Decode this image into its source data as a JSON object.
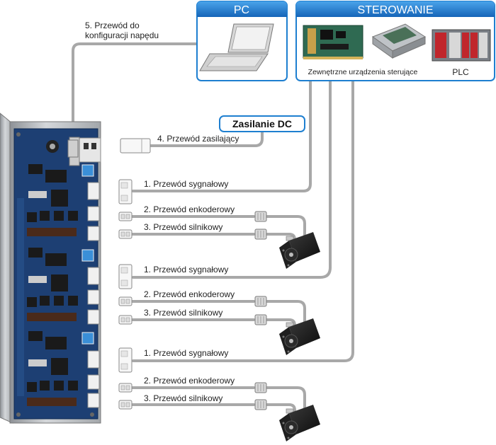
{
  "pc": {
    "title": "PC"
  },
  "control": {
    "title": "STEROWANIE",
    "external_label": "Zewnętrzne urządzenia sterujące",
    "plc_label": "PLC"
  },
  "power": {
    "title": "Zasilanie DC"
  },
  "cables": {
    "config": {
      "line1": "5. Przewód do",
      "line2": "konfiguracji napędu"
    },
    "power": "4. Przewód zasilający",
    "signal": "1. Przewód sygnałowy",
    "encoder": "2. Przewód enkoderowy",
    "motor": "3. Przewód silnikowy"
  },
  "colors": {
    "header_blue": "#1e7fd0",
    "cable_gray": "#a8a8a8",
    "pcb_blue": "#1d3f73",
    "heatsink": "#b9bcc0"
  }
}
